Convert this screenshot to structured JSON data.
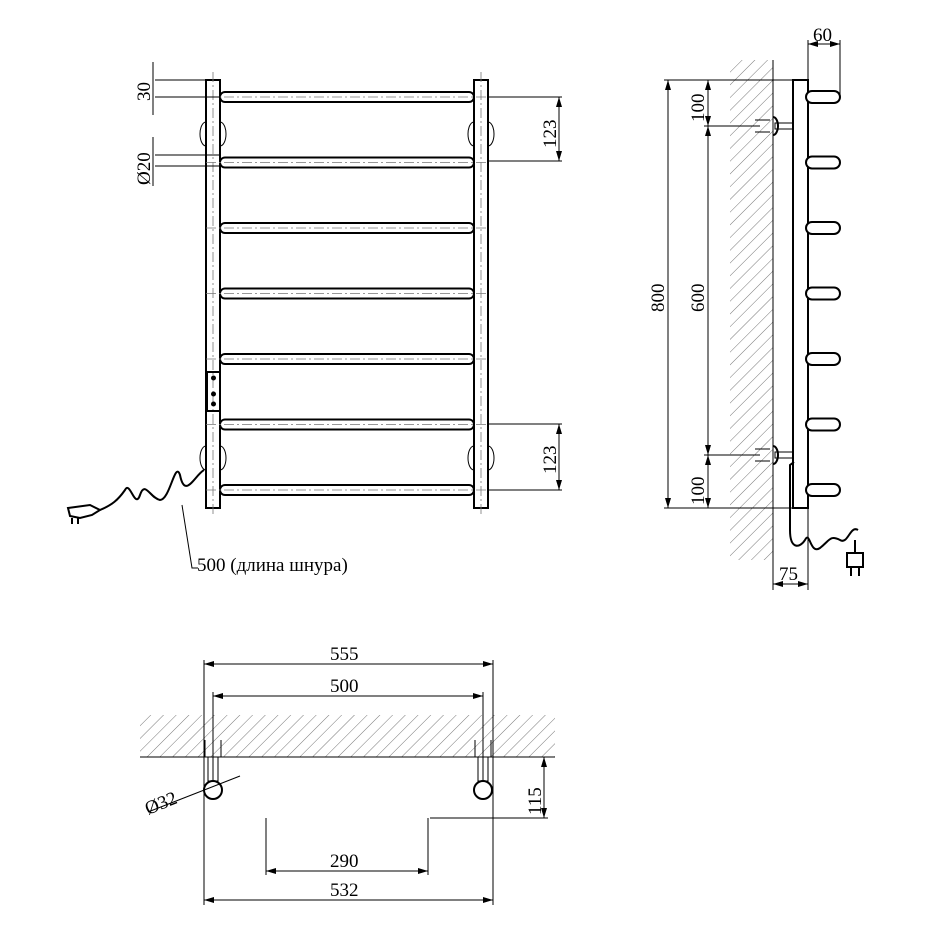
{
  "front_view": {
    "dim_top_offset": "30",
    "dim_tube_diameter": "Ø20",
    "dim_top_spacing": "123",
    "dim_bottom_spacing": "123",
    "cord_length_label": "500 (длина шнура)",
    "rung_count": 7
  },
  "side_view": {
    "dim_depth": "60",
    "dim_height": "800",
    "dim_mount_spacing": "600",
    "dim_top_mount": "100",
    "dim_bottom_mount": "100",
    "dim_wall_offset": "75"
  },
  "top_view": {
    "dim_overall_width": "555",
    "dim_mount_centers": "500",
    "dim_post_diameter": "Ø32",
    "dim_projection": "115",
    "dim_inner_width": "290",
    "dim_tube_width": "532"
  },
  "colors": {
    "line": "#000000",
    "hatch": "#555555",
    "centerline": "#777777"
  }
}
